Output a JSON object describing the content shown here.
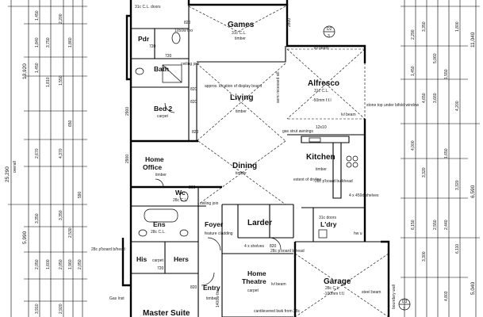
{
  "rooms": {
    "games": "Games",
    "pdr": "Pdr",
    "bath": "Bath",
    "bed2": "Bed 2",
    "alfresco": "Alfresco",
    "living": "Living",
    "home_office_1": "Home",
    "home_office_2": "Office",
    "dining": "Dining",
    "kitchen": "Kitchen",
    "wc": "Wc",
    "ens": "Ens",
    "foyer": "Foyer",
    "larder": "Larder",
    "ldry": "L'dry",
    "his": "His",
    "hers": "Hers",
    "entry": "Entry",
    "theatre_1": "Home",
    "theatre_2": "Theatre",
    "garage": "Garage",
    "master_suite": "Master Suite"
  },
  "notes": {
    "games_ceiling": "31c C.L.",
    "games_finish": "timber",
    "doors_31c_top": "31c C.L. doors",
    "bed2_finish": "carpet",
    "alfresco_ceiling": "31c C.L.",
    "alfresco_ftl": "-50mm f.f.l",
    "living_finish": "timber",
    "display_board": "approx. location of display board",
    "recessed_sill": "semi recessed sill",
    "stone_top": "stone top under bifold window",
    "dining_finish": "timber",
    "kitchen_finish": "timber",
    "home_office_finish": "timber",
    "bulkhead": "28c p'board bulkhead",
    "dryline": "extent of dryline",
    "shelves_450": "4 x 450d shelves",
    "ceiling_join_1": "ceiling join",
    "ceiling_join_2": "ceiling join",
    "ens_ceiling": "28c C.L.",
    "wc_ceiling": "28c C.L.",
    "feature_cladding": "feature cladding",
    "larder_shelves": "4 x shelves",
    "p_board_head": "28c p'board b/head",
    "p_board_head_2": "28c p'board b/head",
    "ldry_doors": "31c doors",
    "his_finish": "carpet",
    "entry_finish": "timber",
    "theatre_finish": "carpet",
    "cantilevered": "cantilevered bwk from 28c",
    "garage_ceiling": "28c C.L.",
    "garage_ffl": "-100mm f.f.l",
    "steel_beam": "steel beam",
    "lvl_beam": "lvl beam",
    "lvl_beam_2": "lvl beam",
    "lvl_beam_3": "lvl beam",
    "gas_strut": "gas strut awnings",
    "boundary_wall": "boundary wall",
    "hwu": "hw u",
    "mw_tho": "1400w tho",
    "gas_inst": "Gas Inst",
    "door_1050": "1050w tho"
  },
  "section_marker": {
    "top_label": "D2",
    "bottom_label": "3",
    "top_label_2": "D3",
    "bottom_label_2": "3"
  },
  "dims_left_overall": [
    "25,290",
    "overall"
  ],
  "dims_left_major": [
    "13,920",
    "5,990"
  ],
  "dims_right_major": [
    "11,040",
    "6,590",
    "5,040"
  ],
  "dims_left_chain": [
    "1,450",
    "1,840",
    "3,750",
    "1,450",
    "1,810",
    "1,550",
    "2,670",
    "3,350",
    "2,050",
    "1,600",
    "3,910"
  ],
  "dims_left_chain_2": [
    "2,200",
    "1,860",
    "650",
    "590",
    "4,370",
    "3,350",
    "2,050",
    "2,530",
    "1,960",
    "2,050",
    "2,920"
  ],
  "dims_right_chain": [
    "2,290",
    "3,350",
    "1,450",
    "4,650",
    "3,660",
    "1,550",
    "3,320",
    "2,550",
    "2,440",
    "3,300"
  ],
  "dims_right_chain_2": [
    "1,800",
    "5,060",
    "4,200",
    "4,000",
    "1,650",
    "3,320",
    "6,150",
    "6,110",
    "4,803"
  ],
  "room_dims": [
    "2800",
    "820",
    "720",
    "820",
    "720",
    "820",
    "2900",
    "2900",
    "820",
    "12x10",
    "820",
    "200",
    "720",
    "820"
  ]
}
